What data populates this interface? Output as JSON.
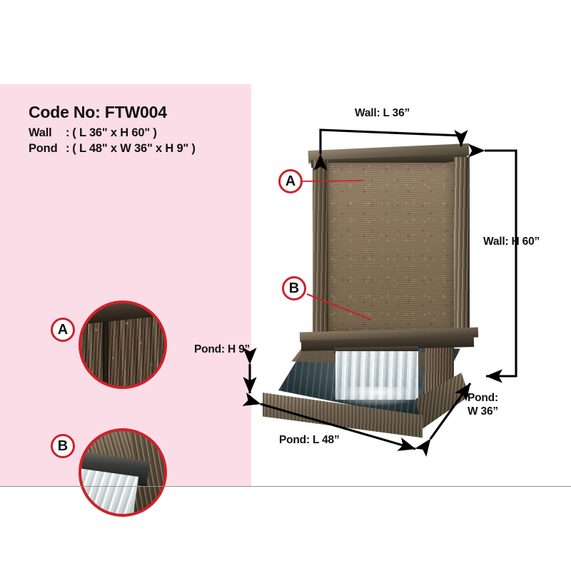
{
  "product": {
    "code_label": "Code No: FTW004",
    "wall_spec": {
      "key": "Wall",
      "sep": ":",
      "value": "( L 36\" x H 60\" )"
    },
    "pond_spec": {
      "key": "Pond",
      "sep": ":",
      "value": "( L 48\" x W 36\" x H 9\" )"
    }
  },
  "details": [
    {
      "id": "A",
      "label": "A",
      "caption": "wood-grain-closeup"
    },
    {
      "id": "B",
      "label": "B",
      "caption": "water-spillway-closeup"
    }
  ],
  "callouts": [
    {
      "id": "A",
      "label": "A"
    },
    {
      "id": "B",
      "label": "B"
    }
  ],
  "dimensions": {
    "wall_length": "Wall: L 36”",
    "wall_height": "Wall: H 60”",
    "pond_height": "Pond: H 9”",
    "pond_length": "Pond: L 48”",
    "pond_width_line1": "Pond:",
    "pond_width_line2": "W 36”"
  },
  "colors": {
    "panel_background": "#fbdde8",
    "callout_red": "#cc2229",
    "text": "#111111",
    "rule": "#9a8f96"
  }
}
